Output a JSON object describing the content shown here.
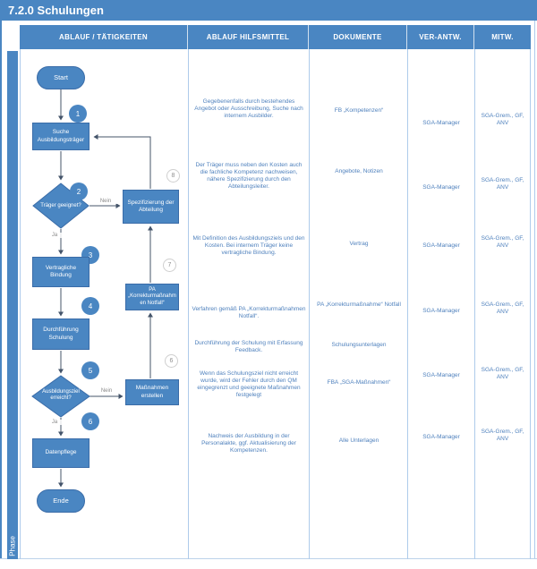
{
  "title": "7.2.0 Schulungen",
  "phase": "Phase",
  "header": {
    "columns": [
      "ABLAUF / TÄTIGKEITEN",
      "ABLAUF HILFSMITTEL",
      "DOKUMENTE",
      "VER-ANTW.",
      "MITW."
    ]
  },
  "flow": {
    "start_label": "Start",
    "end_label": "Ende",
    "yes_label": "Ja",
    "no_label": "Nein",
    "nodes": {
      "suche": {
        "num": "1",
        "label": "Suche Ausbildungsträger"
      },
      "traeger_geeignet": {
        "num": "2",
        "label": "Träger geeignet?"
      },
      "vertragliche_bindung": {
        "num": "3",
        "label": "Vertragliche Bindung"
      },
      "durchfuehrung_schulung": {
        "num": "4",
        "label": "Durchführung Schulung"
      },
      "ausbildungsziel_erreicht": {
        "num": "5",
        "label": "Ausbildungsziel erreicht?"
      },
      "datenpflege": {
        "num": "6",
        "label": "Datenpflege"
      },
      "massnahmen_erstellen": {
        "num": "6",
        "label": "Maßnahmen erstellen"
      },
      "pa_korrekturmassnahmen": {
        "num": "7",
        "label": "PA „Korrekturmaßnahmen Notfall“"
      },
      "spezifizierung_abteilung": {
        "num": "8",
        "label": "Spezifizierung der Abteilung"
      }
    }
  },
  "hilfsmittel": [
    "Gegebenenfalls durch bestehendes Angebot oder Ausschreibung, Suche nach internem Ausbilder.",
    "Der Träger muss neben den Kosten auch die fachliche Kompetenz nachweisen, nähere Spezifizierung durch den Abteilungsleiter.",
    "Mit Definition des Ausbildungsziels und den Kosten. Bei internem Träger keine vertragliche Bindung.",
    "Verfahren gemäß PA „Korrekturmaßnahmen Notfall“.",
    "Durchführung der Schulung mit Erfassung Feedback.",
    "Wenn das Schulungsziel nicht erreicht wurde, wird der Fehler durch den QM eingegrenzt und geeignete Maßnahmen festgelegt",
    "Nachweis der Ausbildung in der Personalakte, ggf. Aktualisierung der Kompetenzen."
  ],
  "dokumente": [
    "FB „Kompetenzen“",
    "Angebote, Notizen",
    "Vertrag",
    "PA „Korrekturmaßnahme“ Notfall",
    "Schulungsunterlagen",
    "FBA „SGA-Maßnahmen“",
    "Alle Unterlagen"
  ],
  "verantwortlich": [
    "SGA-Manager",
    "SGA-Manager",
    "SGA-Manager",
    "SGA-Manager",
    "SGA-Manager",
    "SGA-Manager"
  ],
  "mitwirkung": [
    "SGA-Grem., GF, ANV",
    "SGA-Grem., GF, ANV",
    "SGA-Grem., GF, ANV",
    "SGA-Grem., GF, ANV",
    "SGA-Grem., GF, ANV",
    "SGA-Grem., GF, ANV"
  ],
  "colors": {
    "primary_blue": "#4a86c2",
    "shape_border": "#3a6ca8",
    "connector": "#44546a",
    "note_text": "#4f81bd",
    "divider": "#aecbeb"
  }
}
